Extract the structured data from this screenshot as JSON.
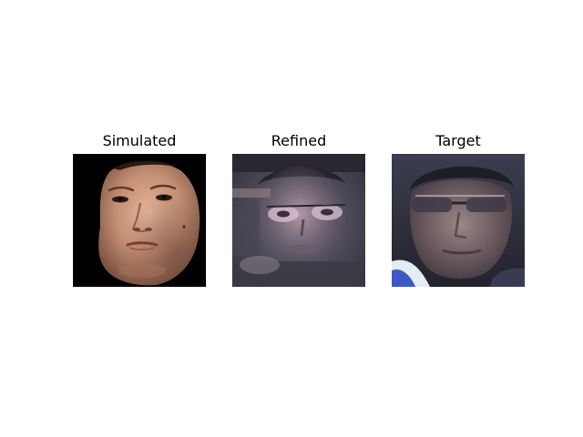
{
  "figure": {
    "panels": [
      {
        "title": "Simulated",
        "image": "rendered-face-photo"
      },
      {
        "title": "Refined",
        "image": "refined-face-photo"
      },
      {
        "title": "Target",
        "image": "target-face-photo"
      }
    ]
  }
}
